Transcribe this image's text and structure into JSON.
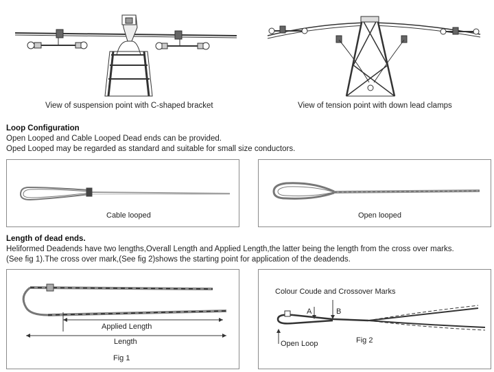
{
  "top": {
    "suspension_caption": "View of suspension point with C-shaped bracket",
    "tension_caption": "View of tension point with down lead clamps"
  },
  "loop": {
    "heading": "Loop Configuration",
    "lines": [
      "Open Looped and Cable Looped Dead ends can be provided.",
      "Oped Looped may be regarded as standard and suitable for small size conductors."
    ],
    "cable_label": "Cable looped",
    "open_label": "Open looped"
  },
  "length": {
    "heading": "Length of dead ends.",
    "lines": [
      "Heliformed Deadends have two lengths,Overall Length and Applied Length,the latter being the length from the cross over marks.",
      "(See fig 1).The cross over mark,(See fig 2)shows the starting point for application of the deadends."
    ]
  },
  "fig1": {
    "applied": "Applied Length",
    "overall": "Length",
    "label": "Fig 1"
  },
  "fig2": {
    "title": "Colour Coude and Crossover Marks",
    "mark_a": "A",
    "mark_b": "B",
    "open_loop": "Open Loop",
    "label": "Fig 2"
  }
}
